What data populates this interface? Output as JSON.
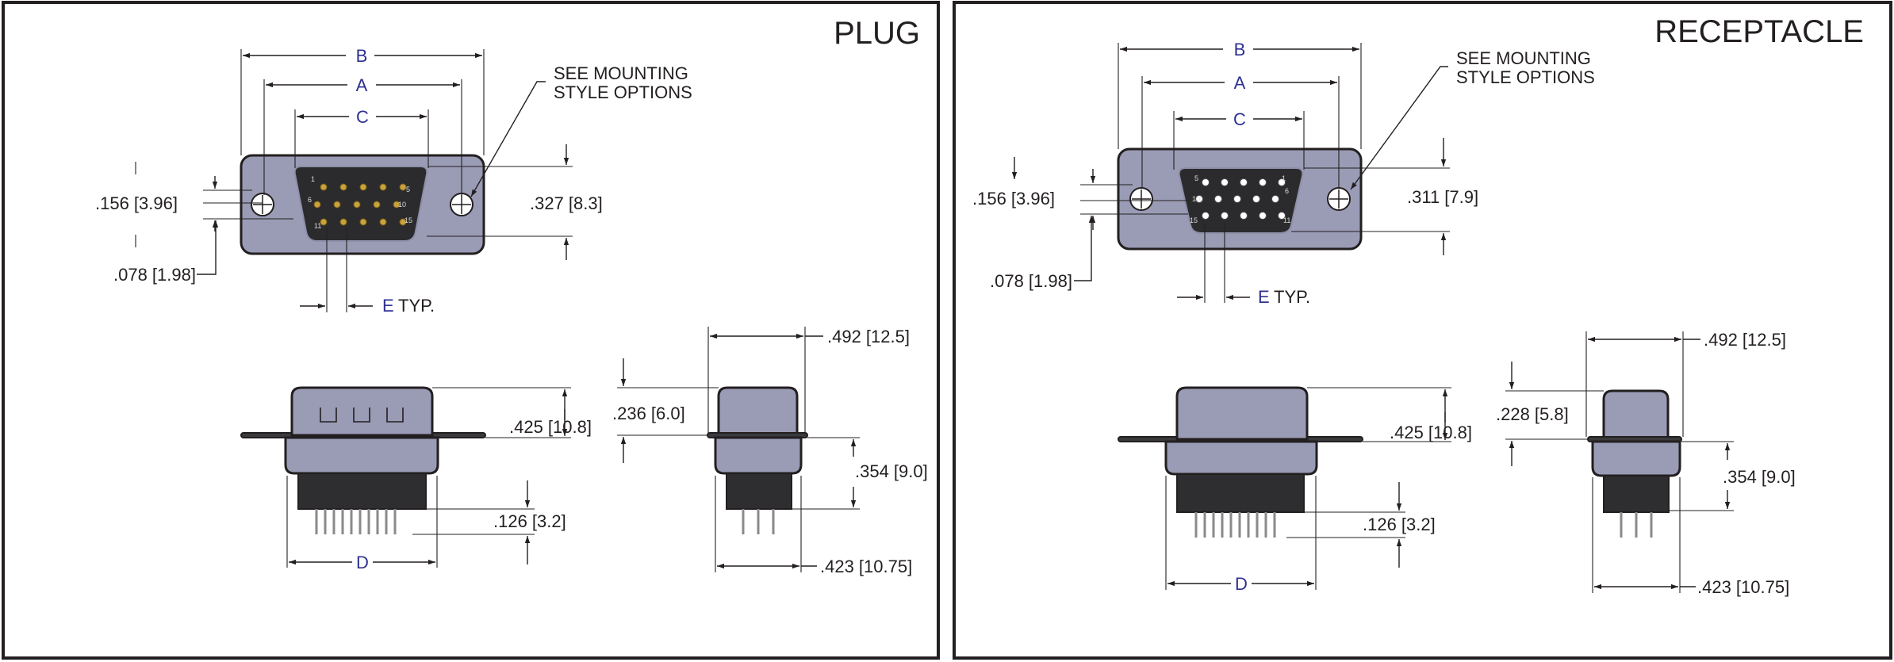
{
  "panels": [
    {
      "id": "plug",
      "title": "PLUG",
      "letter_b": "B",
      "letter_a": "A",
      "letter_c": "C",
      "letter_d": "D",
      "letter_e": "E",
      "typ": "TYP.",
      "mounting_note_1": "SEE MOUNTING",
      "mounting_note_2": "STYLE OPTIONS",
      "dim_hole_spacing": ".156 [3.96]",
      "dim_hole_offset": ".078 [1.98]",
      "dim_face_height": ".327 [8.3]",
      "dim_depth_top": ".492 [12.5]",
      "dim_shell_height": ".425 [10.8]",
      "dim_side_upper": ".236 [6.0]",
      "dim_side_lower": ".354 [9.0]",
      "dim_pin_length": ".126 [3.2]",
      "dim_depth_bottom": ".423 [10.75]",
      "pin_numbers": [
        "1",
        "5",
        "6",
        "10",
        "11",
        "15"
      ]
    },
    {
      "id": "receptacle",
      "title": "RECEPTACLE",
      "letter_b": "B",
      "letter_a": "A",
      "letter_c": "C",
      "letter_d": "D",
      "letter_e": "E",
      "typ": "TYP.",
      "mounting_note_1": "SEE MOUNTING",
      "mounting_note_2": "STYLE OPTIONS",
      "dim_hole_spacing": ".156 [3.96]",
      "dim_hole_offset": ".078 [1.98]",
      "dim_face_height": ".311 [7.9]",
      "dim_depth_top": ".492 [12.5]",
      "dim_shell_height": ".425 [10.8]",
      "dim_side_upper": ".228 [5.8]",
      "dim_side_lower": ".354 [9.0]",
      "dim_pin_length": ".126 [3.2]",
      "dim_depth_bottom": ".423 [10.75]",
      "pin_numbers": [
        "5",
        "1",
        "10",
        "6",
        "15",
        "11"
      ]
    }
  ],
  "colors": {
    "shell": "#9a9bb5",
    "insert": "#2b2b2e",
    "contact": "#c8a23c",
    "socket": "#ffffff",
    "letters": "#2e3192",
    "ink": "#231f20"
  }
}
